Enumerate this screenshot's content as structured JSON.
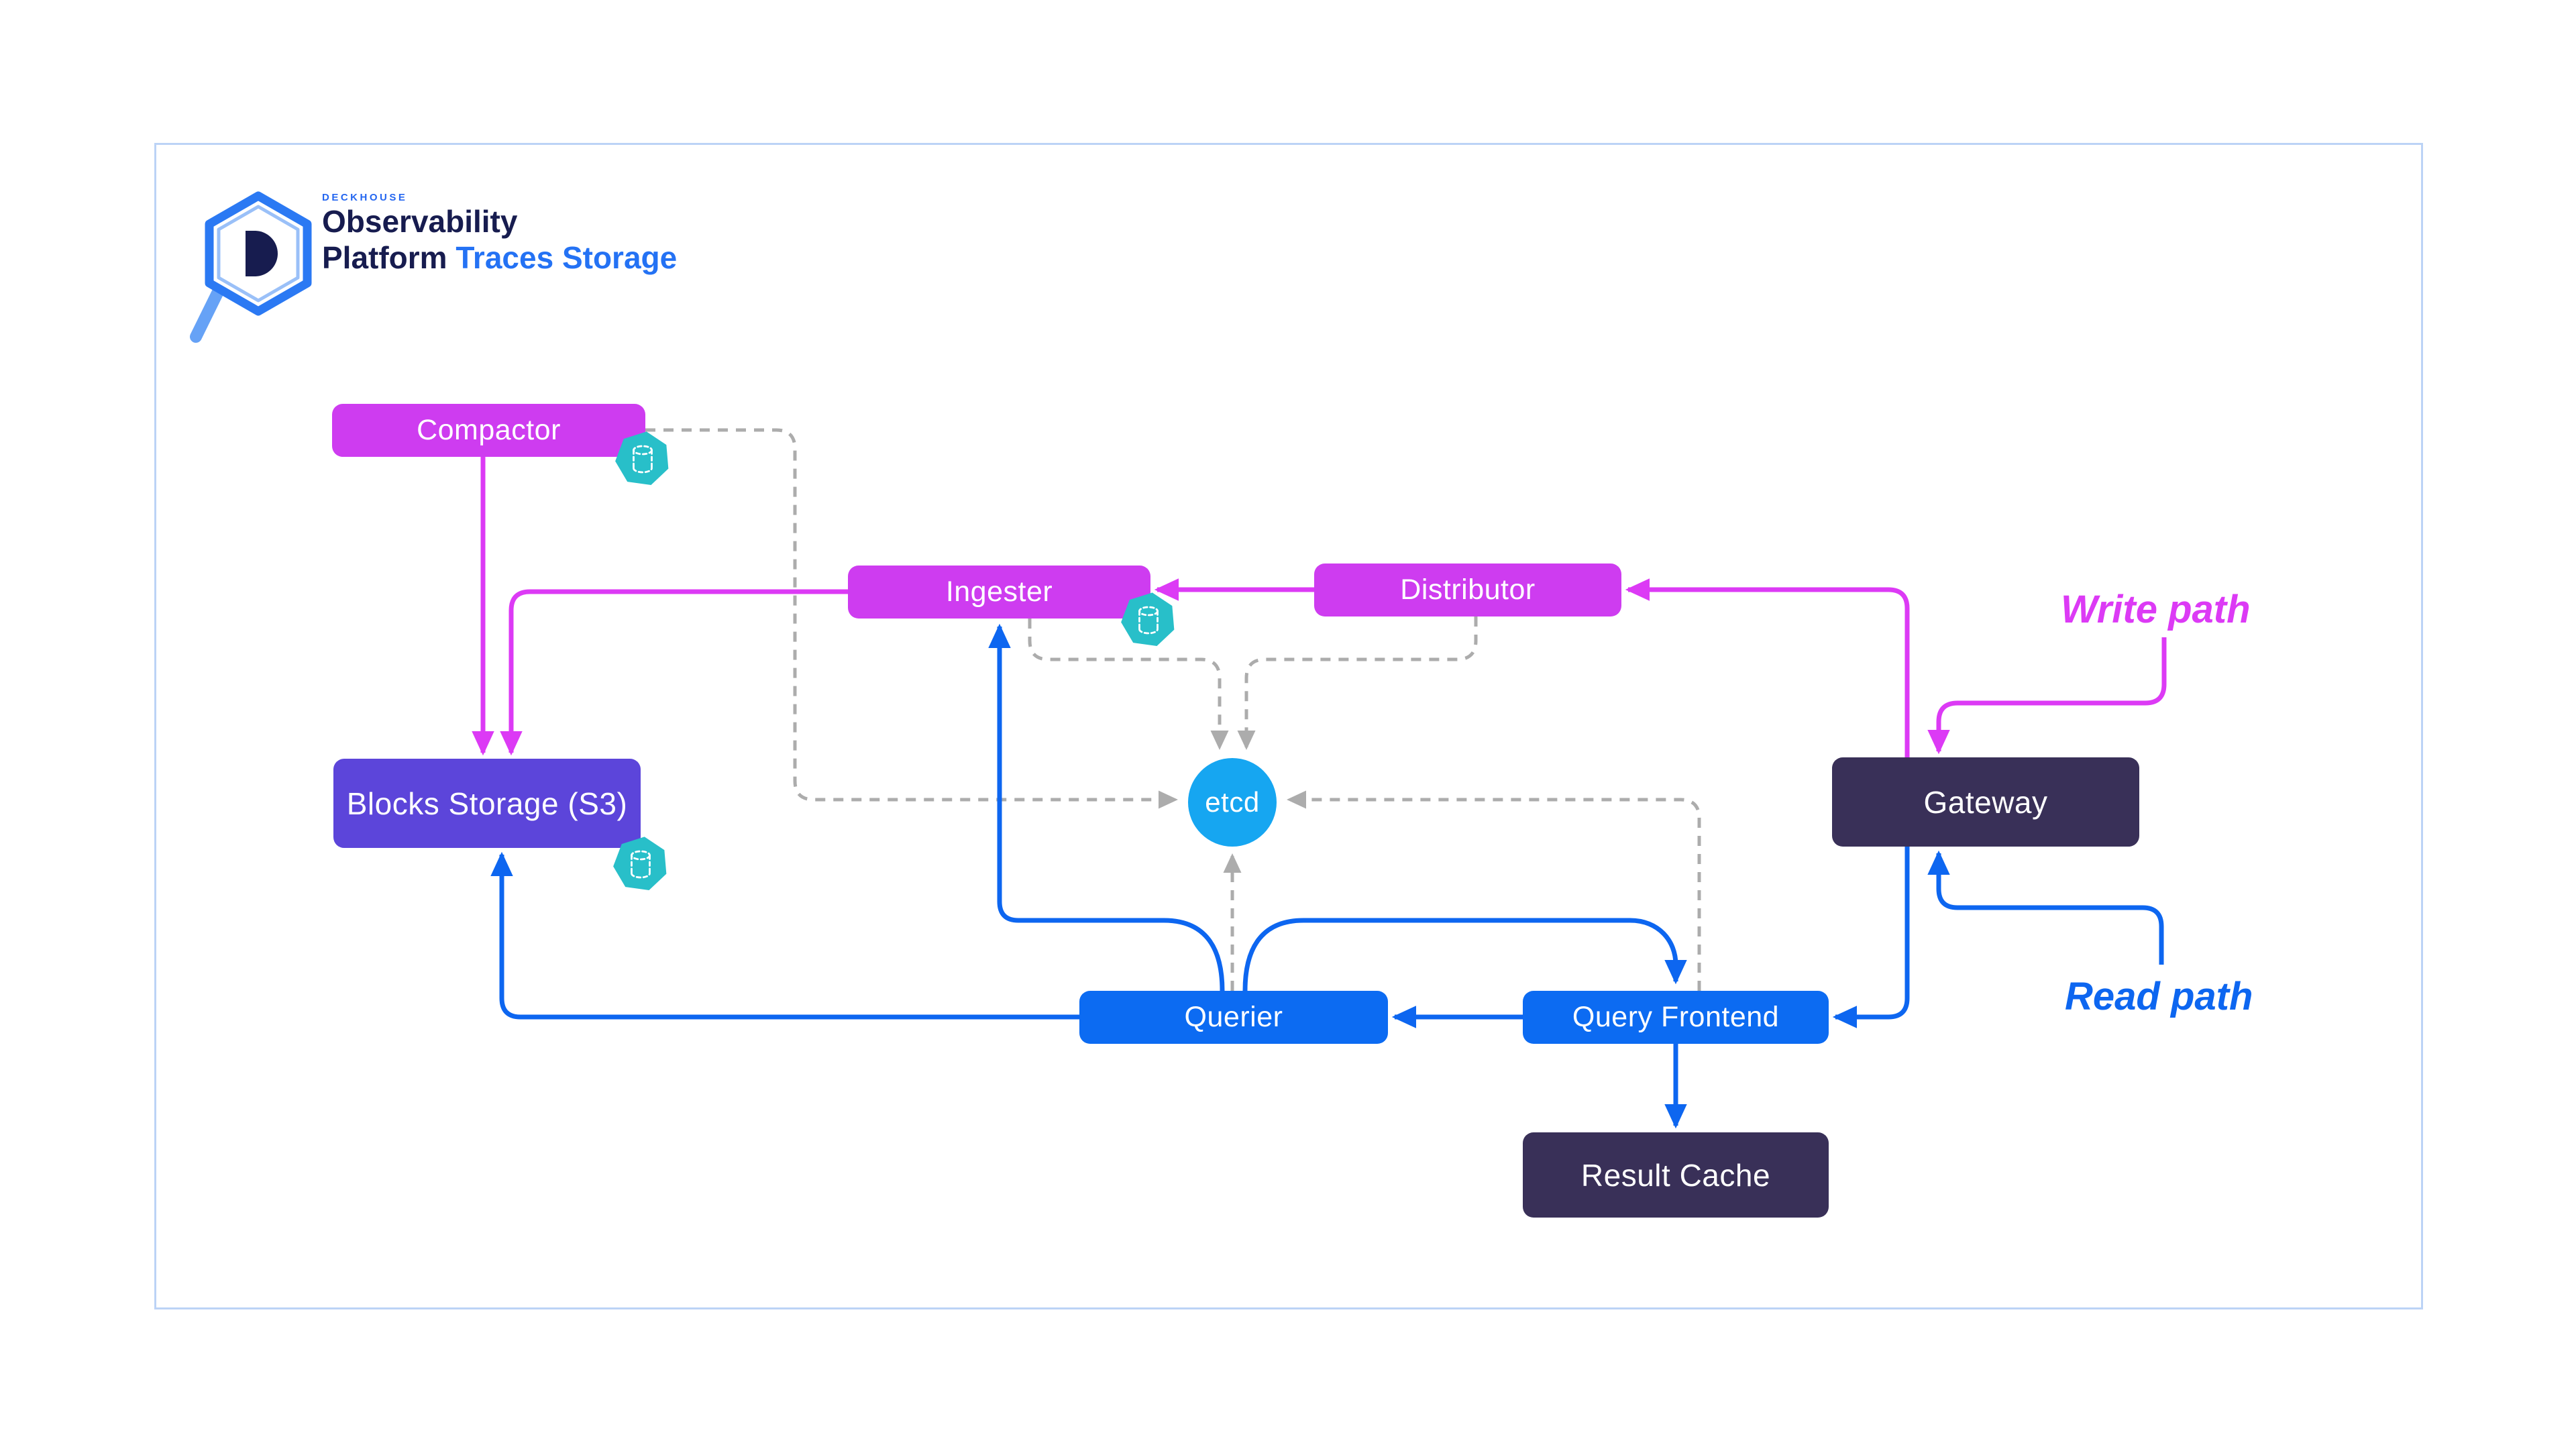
{
  "header": {
    "brand": "DECKHOUSE",
    "product_line1": "Observability",
    "product_line2": "Platform",
    "page_title": "Traces Storage"
  },
  "nodes": {
    "compactor": {
      "label": "Compactor",
      "color": "magenta",
      "has_storage_badge": true
    },
    "ingester": {
      "label": "Ingester",
      "color": "magenta",
      "has_storage_badge": true
    },
    "distributor": {
      "label": "Distributor",
      "color": "magenta",
      "has_storage_badge": false
    },
    "blocks_storage": {
      "label": "Blocks Storage (S3)",
      "color": "purple",
      "has_storage_badge": true
    },
    "etcd": {
      "label": "etcd",
      "color": "light-blue",
      "has_storage_badge": false
    },
    "gateway": {
      "label": "Gateway",
      "color": "dark-navy",
      "has_storage_badge": false
    },
    "querier": {
      "label": "Querier",
      "color": "blue",
      "has_storage_badge": false
    },
    "query_frontend": {
      "label": "Query Frontend",
      "color": "blue",
      "has_storage_badge": false
    },
    "result_cache": {
      "label": "Result Cache",
      "color": "dark-navy",
      "has_storage_badge": false
    }
  },
  "annotations": {
    "write_path": "Write path",
    "read_path": "Read path"
  },
  "edges": [
    {
      "from": "compactor",
      "to": "blocks_storage",
      "path": "write"
    },
    {
      "from": "ingester",
      "to": "blocks_storage",
      "path": "write"
    },
    {
      "from": "distributor",
      "to": "ingester",
      "path": "write"
    },
    {
      "from": "gateway",
      "to": "distributor",
      "path": "write"
    },
    {
      "from": "write_path_annotation",
      "to": "gateway",
      "path": "write"
    },
    {
      "from": "read_path_annotation",
      "to": "gateway",
      "path": "read"
    },
    {
      "from": "gateway",
      "to": "query_frontend",
      "path": "read"
    },
    {
      "from": "query_frontend",
      "to": "querier",
      "path": "read"
    },
    {
      "from": "query_frontend",
      "to": "result_cache",
      "path": "read"
    },
    {
      "from": "querier",
      "to": "ingester",
      "path": "read"
    },
    {
      "from": "querier",
      "to": "blocks_storage",
      "path": "read"
    },
    {
      "from": "querier",
      "to": "query_frontend",
      "path": "read"
    },
    {
      "from": "compactor",
      "to": "etcd",
      "path": "sync"
    },
    {
      "from": "ingester",
      "to": "etcd",
      "path": "sync"
    },
    {
      "from": "distributor",
      "to": "etcd",
      "path": "sync"
    },
    {
      "from": "querier",
      "to": "etcd",
      "path": "sync"
    },
    {
      "from": "query_frontend",
      "to": "etcd",
      "path": "sync"
    }
  ],
  "icons": {
    "storage_badge": "database-icon",
    "logo": "deckhouse-hexagon-magnifier-icon"
  },
  "colors": {
    "write": "#DC3AF5",
    "read": "#0D66F0",
    "sync": "#ACACAC",
    "node_magenta": "#CE3CF0",
    "node_purple": "#5C45DA",
    "node_dark": "#393058",
    "node_blue": "#0C6BF2",
    "etcd_blue": "#16A6F1",
    "badge_teal": "#28BFC9",
    "frame_border": "#BCD3F6",
    "brand_navy": "#171C4F",
    "brand_blue": "#2466F0",
    "title_blue": "#2472F4",
    "logo_hex_blue": "#2B79F3",
    "logo_hex_light": "#9AC0F8",
    "canvas": "#FFFFFF"
  }
}
